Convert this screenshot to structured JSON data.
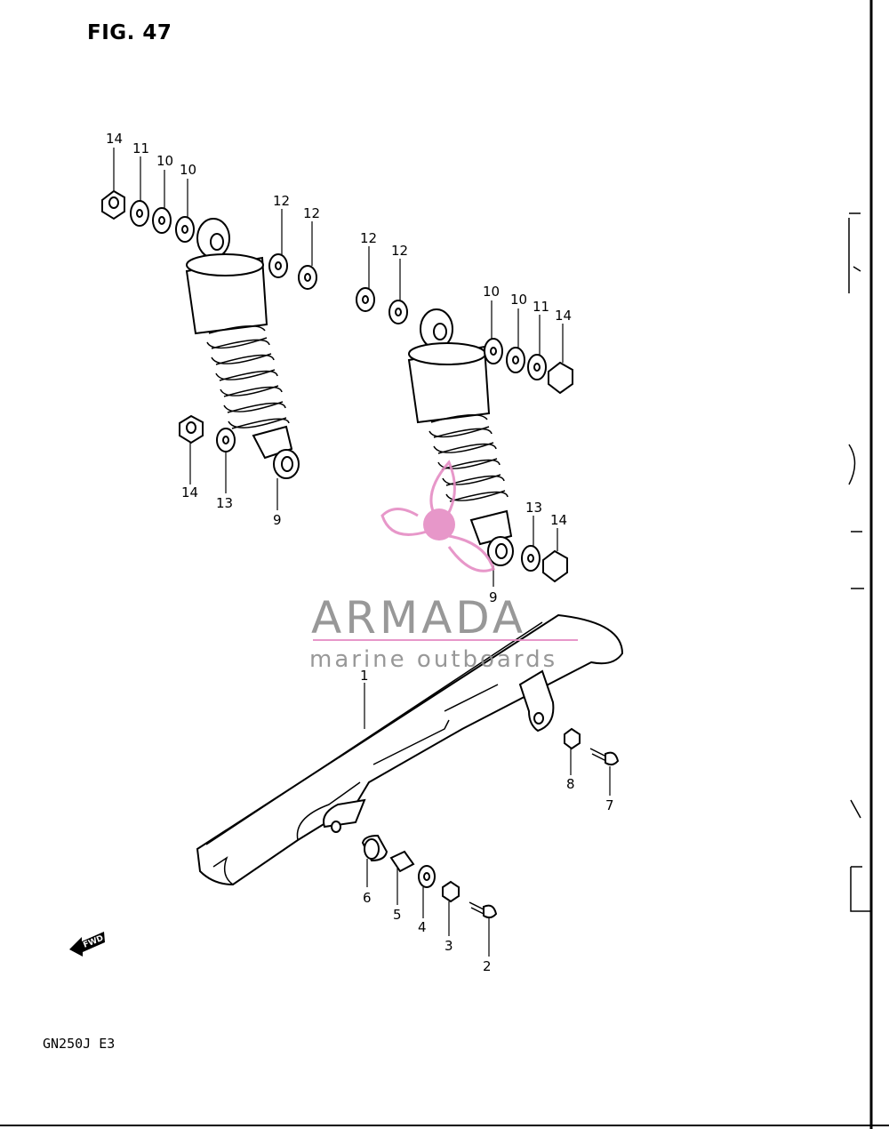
{
  "figure": {
    "title": "FIG. 47",
    "model_code": "GN250J  E3"
  },
  "watermark": {
    "title": "ARMADA",
    "subtitle": "marine outboards",
    "colors": {
      "pink": "#e58cc4",
      "gray": "#8d8d8d"
    }
  },
  "fwd_label": "FWD",
  "callouts": {
    "c1": "1",
    "c2": "2",
    "c3": "3",
    "c4": "4",
    "c5": "5",
    "c6": "6",
    "c7": "7",
    "c8": "8",
    "c9a": "9",
    "c9b": "9",
    "c10a": "10",
    "c10b": "10",
    "c10c": "10",
    "c10d": "10",
    "c11a": "11",
    "c11b": "11",
    "c12a": "12",
    "c12b": "12",
    "c12c": "12",
    "c12d": "12",
    "c13a": "13",
    "c13b": "13",
    "c14a": "14",
    "c14b": "14",
    "c14c": "14",
    "c14d": "14"
  }
}
